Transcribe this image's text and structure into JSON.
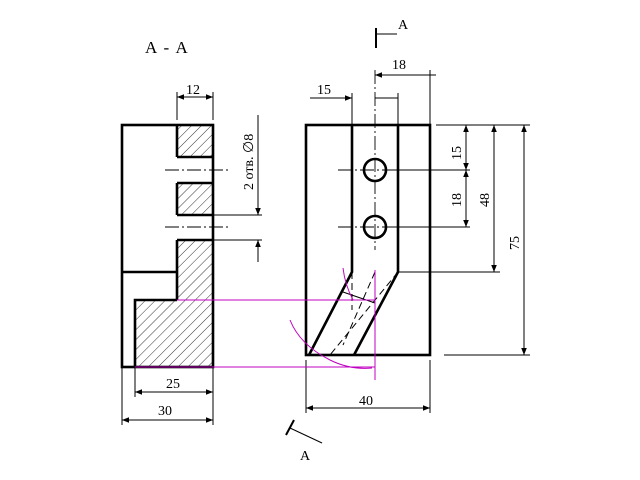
{
  "section_title": "А - А",
  "section_marks": {
    "top": "А",
    "bottom": "А"
  },
  "dimensions": {
    "top_width_12": "12",
    "holes_note": "2 отв. ∅8",
    "bottom_25": "25",
    "bottom_30": "30",
    "top_15": "15",
    "top_18": "18",
    "right_15": "15",
    "right_18": "18",
    "right_48": "48",
    "right_75": "75",
    "bottom_40": "40"
  },
  "colors": {
    "line": "#000000",
    "projection": "#c000c0",
    "background": "#ffffff"
  }
}
